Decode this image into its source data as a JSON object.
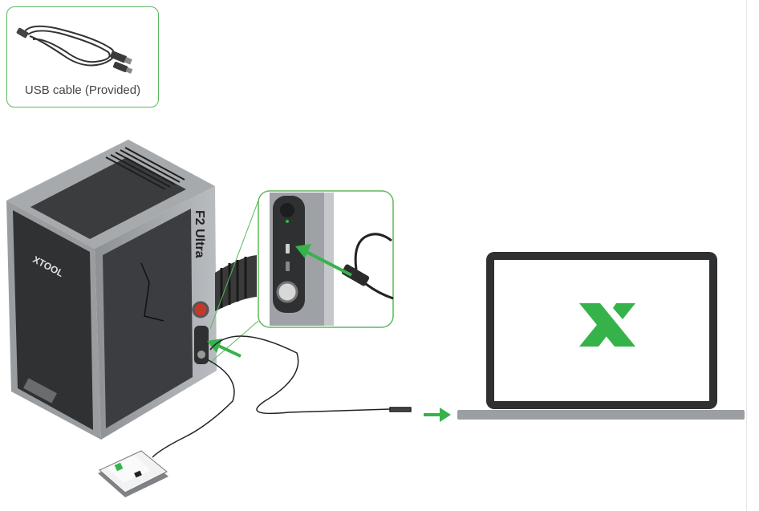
{
  "usb_callout": {
    "label": "USB cable (Provided)"
  },
  "machine": {
    "brand": "XTOOL",
    "model": "F2 Ultra"
  },
  "laptop": {
    "screen_logo": "xtool-x-logo"
  },
  "colors": {
    "accent_green": "#35b34a",
    "callout_border": "#5cb85c",
    "metal": "#9b9ea2",
    "dark_panel": "#2e3032"
  },
  "icons": [
    "usb-cable-icon",
    "green-arrow-icon",
    "xtool-x-logo",
    "power-button-icon"
  ]
}
